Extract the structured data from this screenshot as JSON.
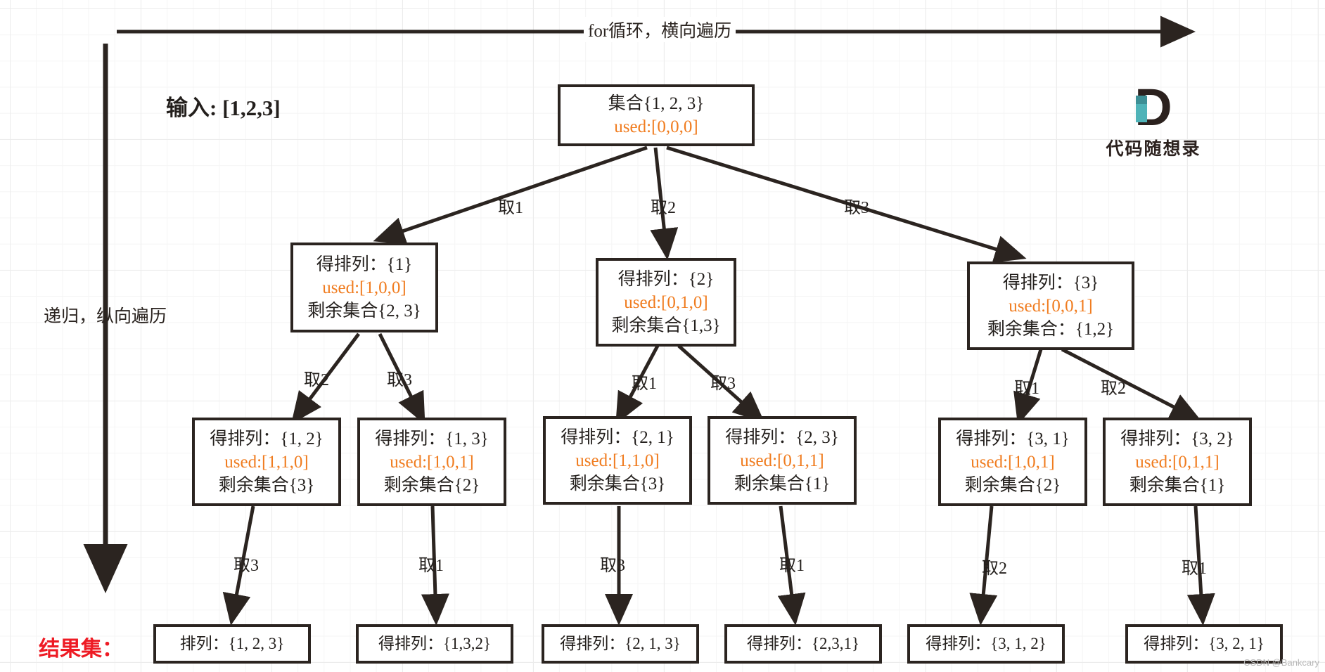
{
  "title": "回溯算法 全排列 树形结构",
  "colors": {
    "used_orange": "#f07c1f",
    "result_red": "#ee1b24",
    "node_border": "#2b2420",
    "grid": "#ececec",
    "logo_teal": "#4fb3b8"
  },
  "axes": {
    "horizontal_label": "for循环，横向遍历",
    "vertical_label": "递归，纵向遍历"
  },
  "input_label": "输入: [1,2,3]",
  "result_label": "结果集：",
  "logo": {
    "mark_letter": "D",
    "wordmark": "代码随想录"
  },
  "watermark": "CSDN @Bankcary",
  "tree": {
    "root": {
      "id": "root",
      "lines": [
        "集合{1, 2, 3}",
        "used:[0,0,0]"
      ],
      "used_index": 1
    },
    "level2": [
      {
        "id": "n1",
        "lines": [
          "得排列：{1}",
          "used:[1,0,0]",
          "剩余集合{2, 3}"
        ],
        "used_index": 1
      },
      {
        "id": "n2",
        "lines": [
          "得排列：{2}",
          "used:[0,1,0]",
          "剩余集合{1,3}"
        ],
        "used_index": 1
      },
      {
        "id": "n3",
        "lines": [
          "得排列：{3}",
          "used:[0,0,1]",
          "剩余集合：{1,2}"
        ],
        "used_index": 1
      }
    ],
    "level3": [
      {
        "id": "n11",
        "lines": [
          "得排列：{1, 2}",
          "used:[1,1,0]",
          "剩余集合{3}"
        ],
        "used_index": 1
      },
      {
        "id": "n12",
        "lines": [
          "得排列：{1, 3}",
          "used:[1,0,1]",
          "剩余集合{2}"
        ],
        "used_index": 1
      },
      {
        "id": "n21",
        "lines": [
          "得排列：{2, 1}",
          "used:[1,1,0]",
          "剩余集合{3}"
        ],
        "used_index": 1
      },
      {
        "id": "n22",
        "lines": [
          "得排列：{2, 3}",
          "used:[0,1,1]",
          "剩余集合{1}"
        ],
        "used_index": 1
      },
      {
        "id": "n31",
        "lines": [
          "得排列：{3, 1}",
          "used:[1,0,1]",
          "剩余集合{2}"
        ],
        "used_index": 1
      },
      {
        "id": "n32",
        "lines": [
          "得排列：{3, 2}",
          "used:[0,1,1]",
          "剩余集合{1}"
        ],
        "used_index": 1
      }
    ],
    "leaves": [
      {
        "id": "l1",
        "text": "排列：{1, 2, 3}"
      },
      {
        "id": "l2",
        "text": "得排列：{1,3,2}"
      },
      {
        "id": "l3",
        "text": "得排列：{2, 1, 3}"
      },
      {
        "id": "l4",
        "text": "得排列：{2,3,1}"
      },
      {
        "id": "l5",
        "text": "得排列：{3, 1, 2}"
      },
      {
        "id": "l6",
        "text": "得排列：{3, 2, 1}"
      }
    ],
    "edge_labels": {
      "root_to_l2": [
        "取1",
        "取2",
        "取3"
      ],
      "l2_to_l3": [
        "取2",
        "取3",
        "取1",
        "取3",
        "取1",
        "取2"
      ],
      "l3_to_leaf": [
        "取3",
        "取1",
        "取3",
        "取1",
        "取2",
        "取1"
      ]
    }
  }
}
